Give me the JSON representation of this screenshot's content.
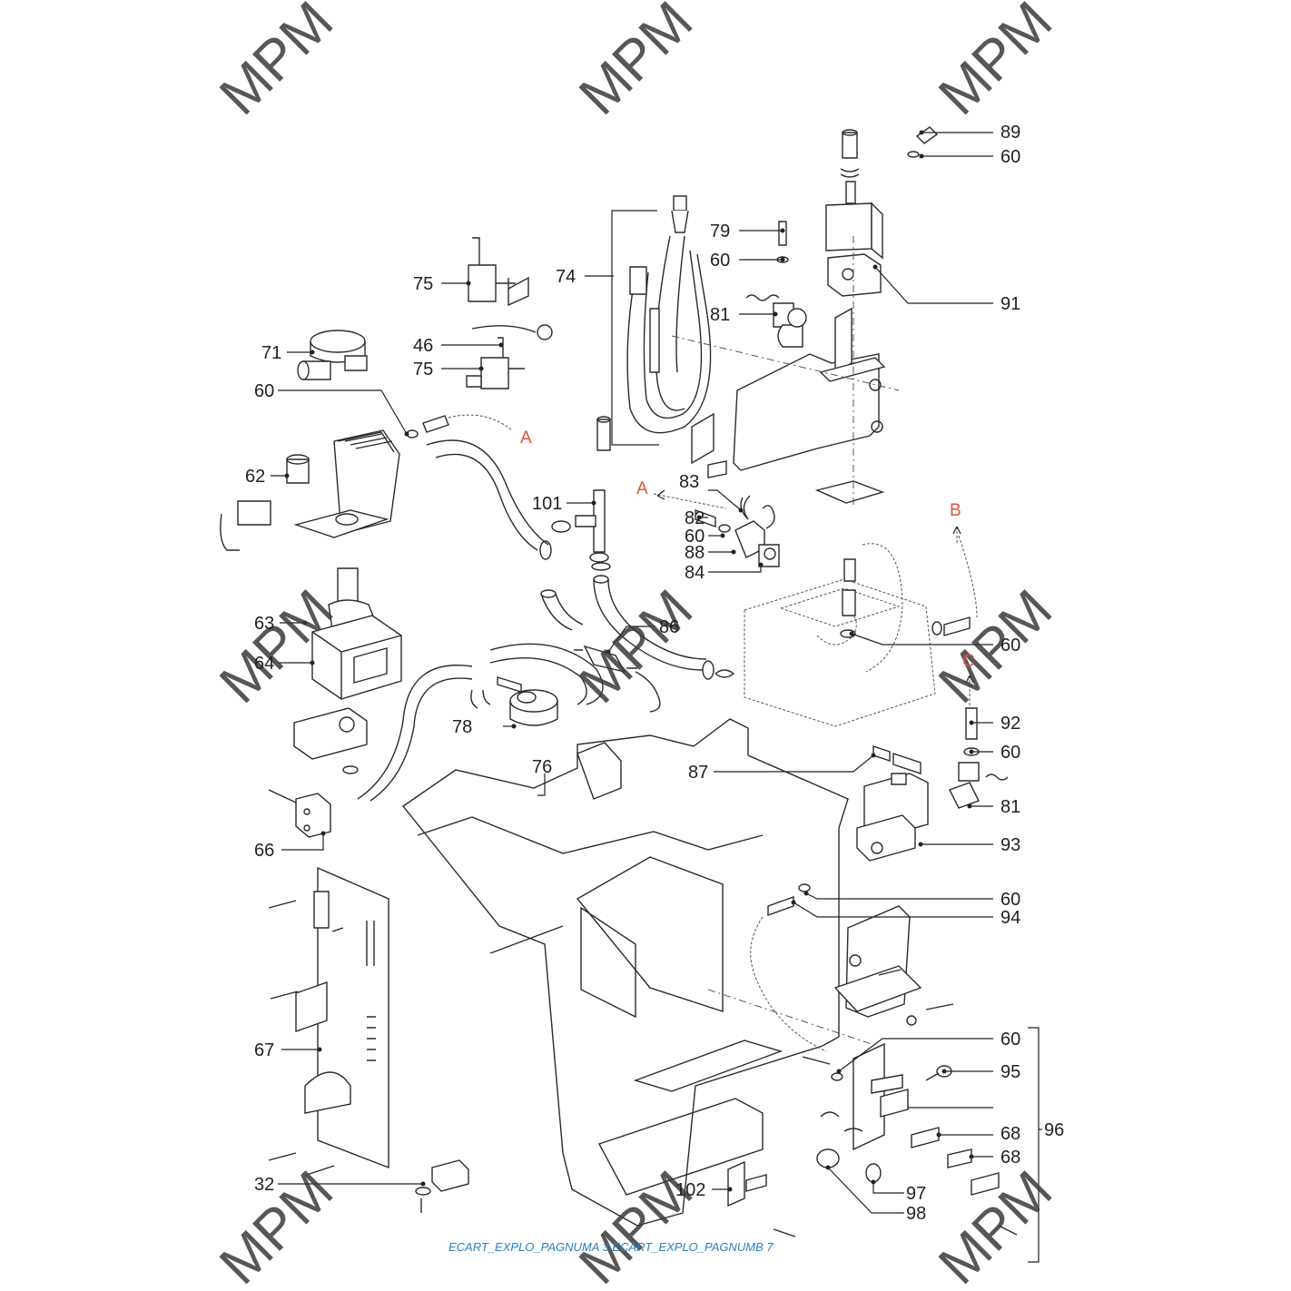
{
  "watermark": "MPM",
  "footer": "ECART_EXPLO_PAGNUMA 3 ECART_EXPLO_PAGNUMB 7",
  "ref_letters": {
    "a1": "A",
    "a2": "A",
    "b": "B",
    "c": "C"
  },
  "labels": {
    "p89": "89",
    "p60_top": "60",
    "p79": "79",
    "p60_79": "60",
    "p91": "91",
    "p74": "74",
    "p75a": "75",
    "p46": "46",
    "p75b": "75",
    "p81a": "81",
    "p71": "71",
    "p60_71": "60",
    "p62": "62",
    "p83": "83",
    "p101": "101",
    "p82": "82",
    "p60_82": "60",
    "p88": "88",
    "p84": "84",
    "p63": "63",
    "p64": "64",
    "p86": "86",
    "p60_b": "60",
    "p92": "92",
    "p60_92": "60",
    "p78": "78",
    "p76": "76",
    "p87": "87",
    "p81b": "81",
    "p93": "93",
    "p66": "66",
    "p60_94": "60",
    "p94": "94",
    "p67": "67",
    "p60_95": "60",
    "p95": "95",
    "p96": "96",
    "p68a": "68",
    "p68b": "68",
    "p97": "97",
    "p98": "98",
    "p32": "32",
    "p102": "102"
  }
}
